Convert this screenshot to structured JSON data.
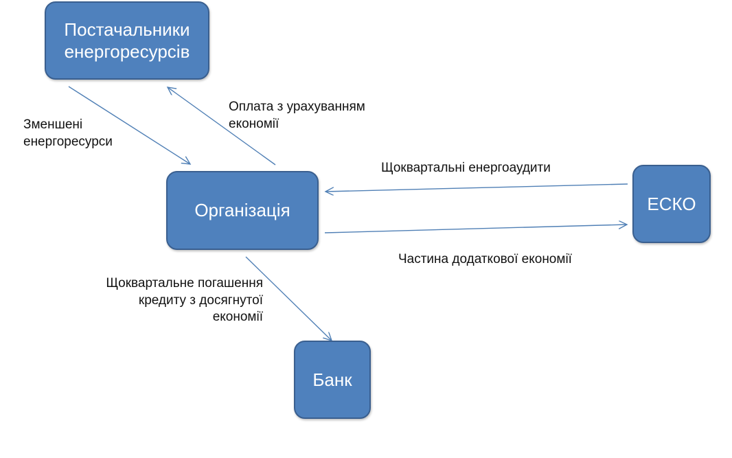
{
  "colors": {
    "node_fill": "#4f81bd",
    "node_border": "#3a5f8f",
    "edge": "#4f7fb5",
    "title_accent": "#c0392b"
  },
  "nodes": {
    "suppliers": "Постачальники\nенергоресурсів",
    "organization": "Організація",
    "esco": "ЕСКО",
    "bank": "Банк"
  },
  "edges": {
    "reduced_resources": "Зменшені\nенергоресурси",
    "payment_with_savings": "Оплата з урахуванням\nекономії",
    "quarterly_audits": "Щоквартальні енергоаудити",
    "part_of_savings": "Частина додаткової економії",
    "loan_repayment": "Щоквартальне погашення\nкредиту з досягнутої\nекономії"
  }
}
